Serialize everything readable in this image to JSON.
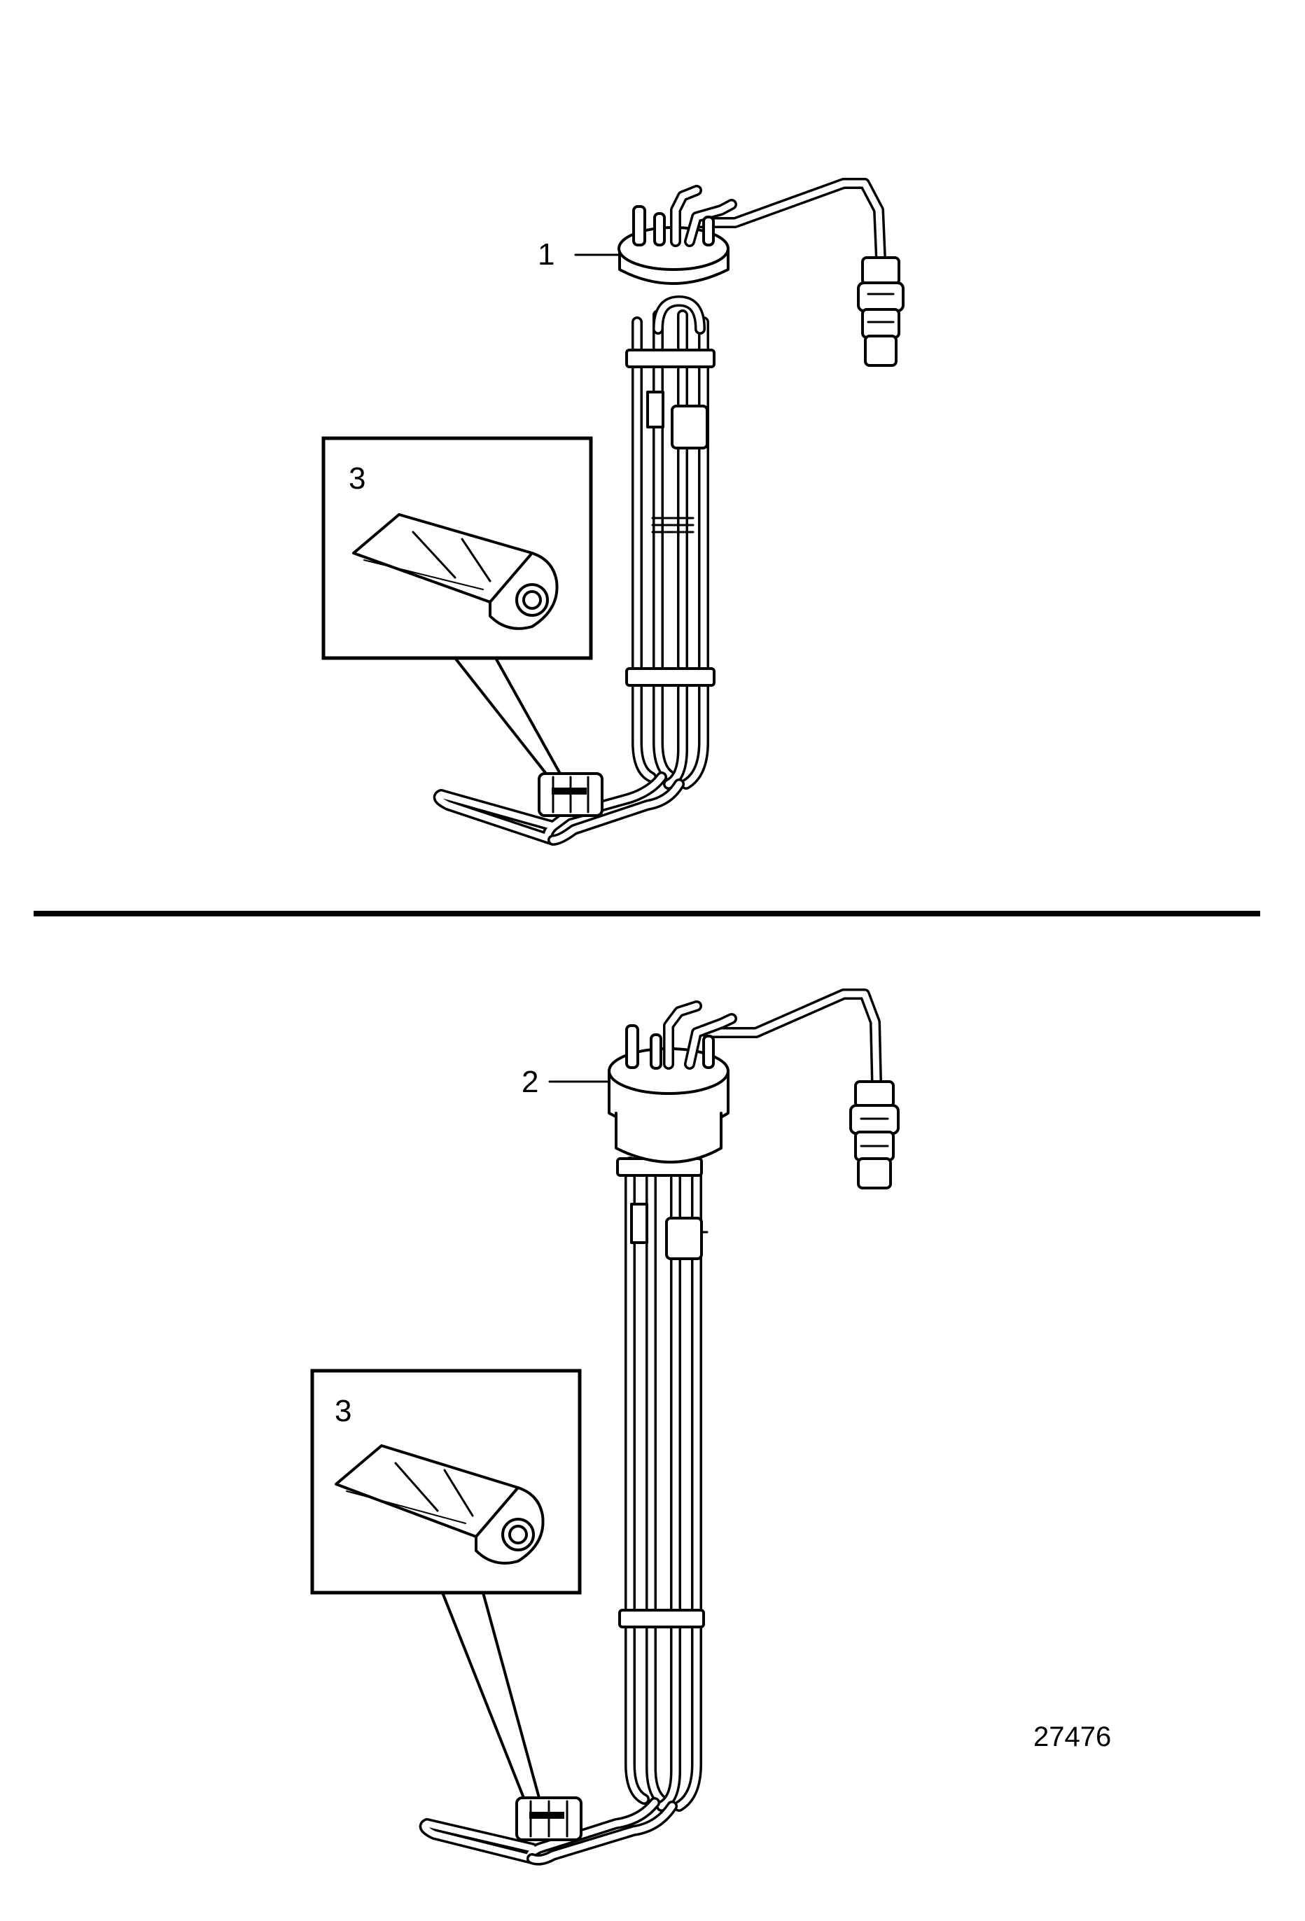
{
  "callouts": {
    "one": "1",
    "two": "2",
    "three_top": "3",
    "three_bottom": "3"
  },
  "figure_number": "27476"
}
